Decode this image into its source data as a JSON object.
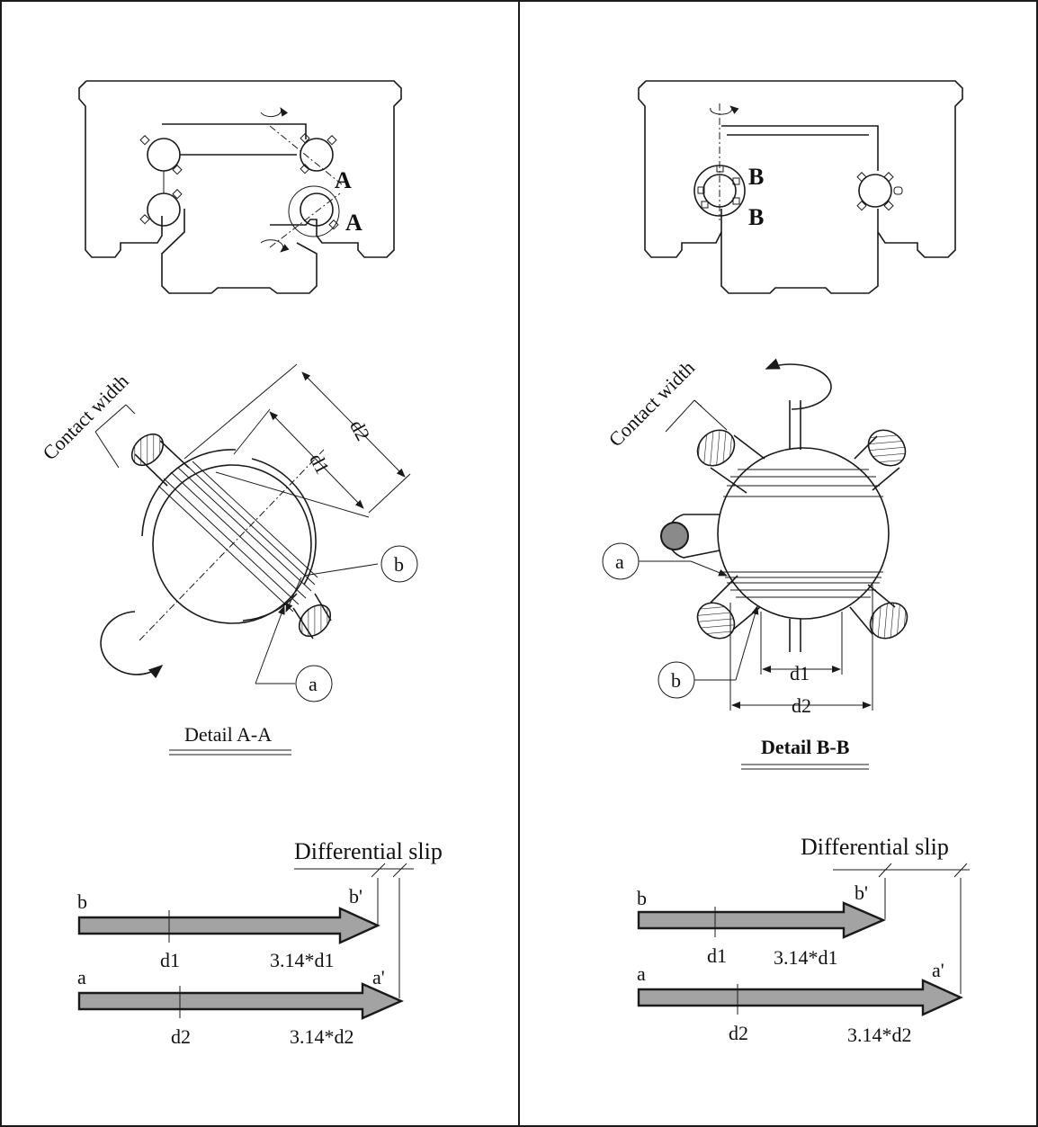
{
  "panels": {
    "left": {
      "section_marks": [
        "A",
        "A"
      ],
      "detail": {
        "title": "Detail A-A",
        "contact_width": "Contact width",
        "dim_d1": "d1",
        "dim_d2": "d2",
        "label_a": "a",
        "label_b": "b"
      },
      "slip": {
        "heading": "Differential slip",
        "top_start": "b",
        "top_end": "b'",
        "top_mid": "d1",
        "top_value": "3.14*d1",
        "bottom_start": "a",
        "bottom_end": "a'",
        "bottom_mid": "d2",
        "bottom_value": "3.14*d2"
      }
    },
    "right": {
      "section_marks": [
        "B",
        "B"
      ],
      "detail": {
        "title": "Detail B-B",
        "contact_width": "Contact width",
        "dim_d1": "d1",
        "dim_d2": "d2",
        "label_a": "a",
        "label_b": "b"
      },
      "slip": {
        "heading": "Differential slip",
        "top_start": "b",
        "top_end": "b'",
        "top_mid": "d1",
        "top_value": "3.14*d1",
        "bottom_start": "a",
        "bottom_end": "a'",
        "bottom_mid": "d2",
        "bottom_value": "3.14*d2"
      }
    }
  },
  "colors": {
    "line": "#1a1a1a",
    "arrow_fill": "#a3a3a3",
    "ball_fill_dark": "#8a8a8a"
  }
}
